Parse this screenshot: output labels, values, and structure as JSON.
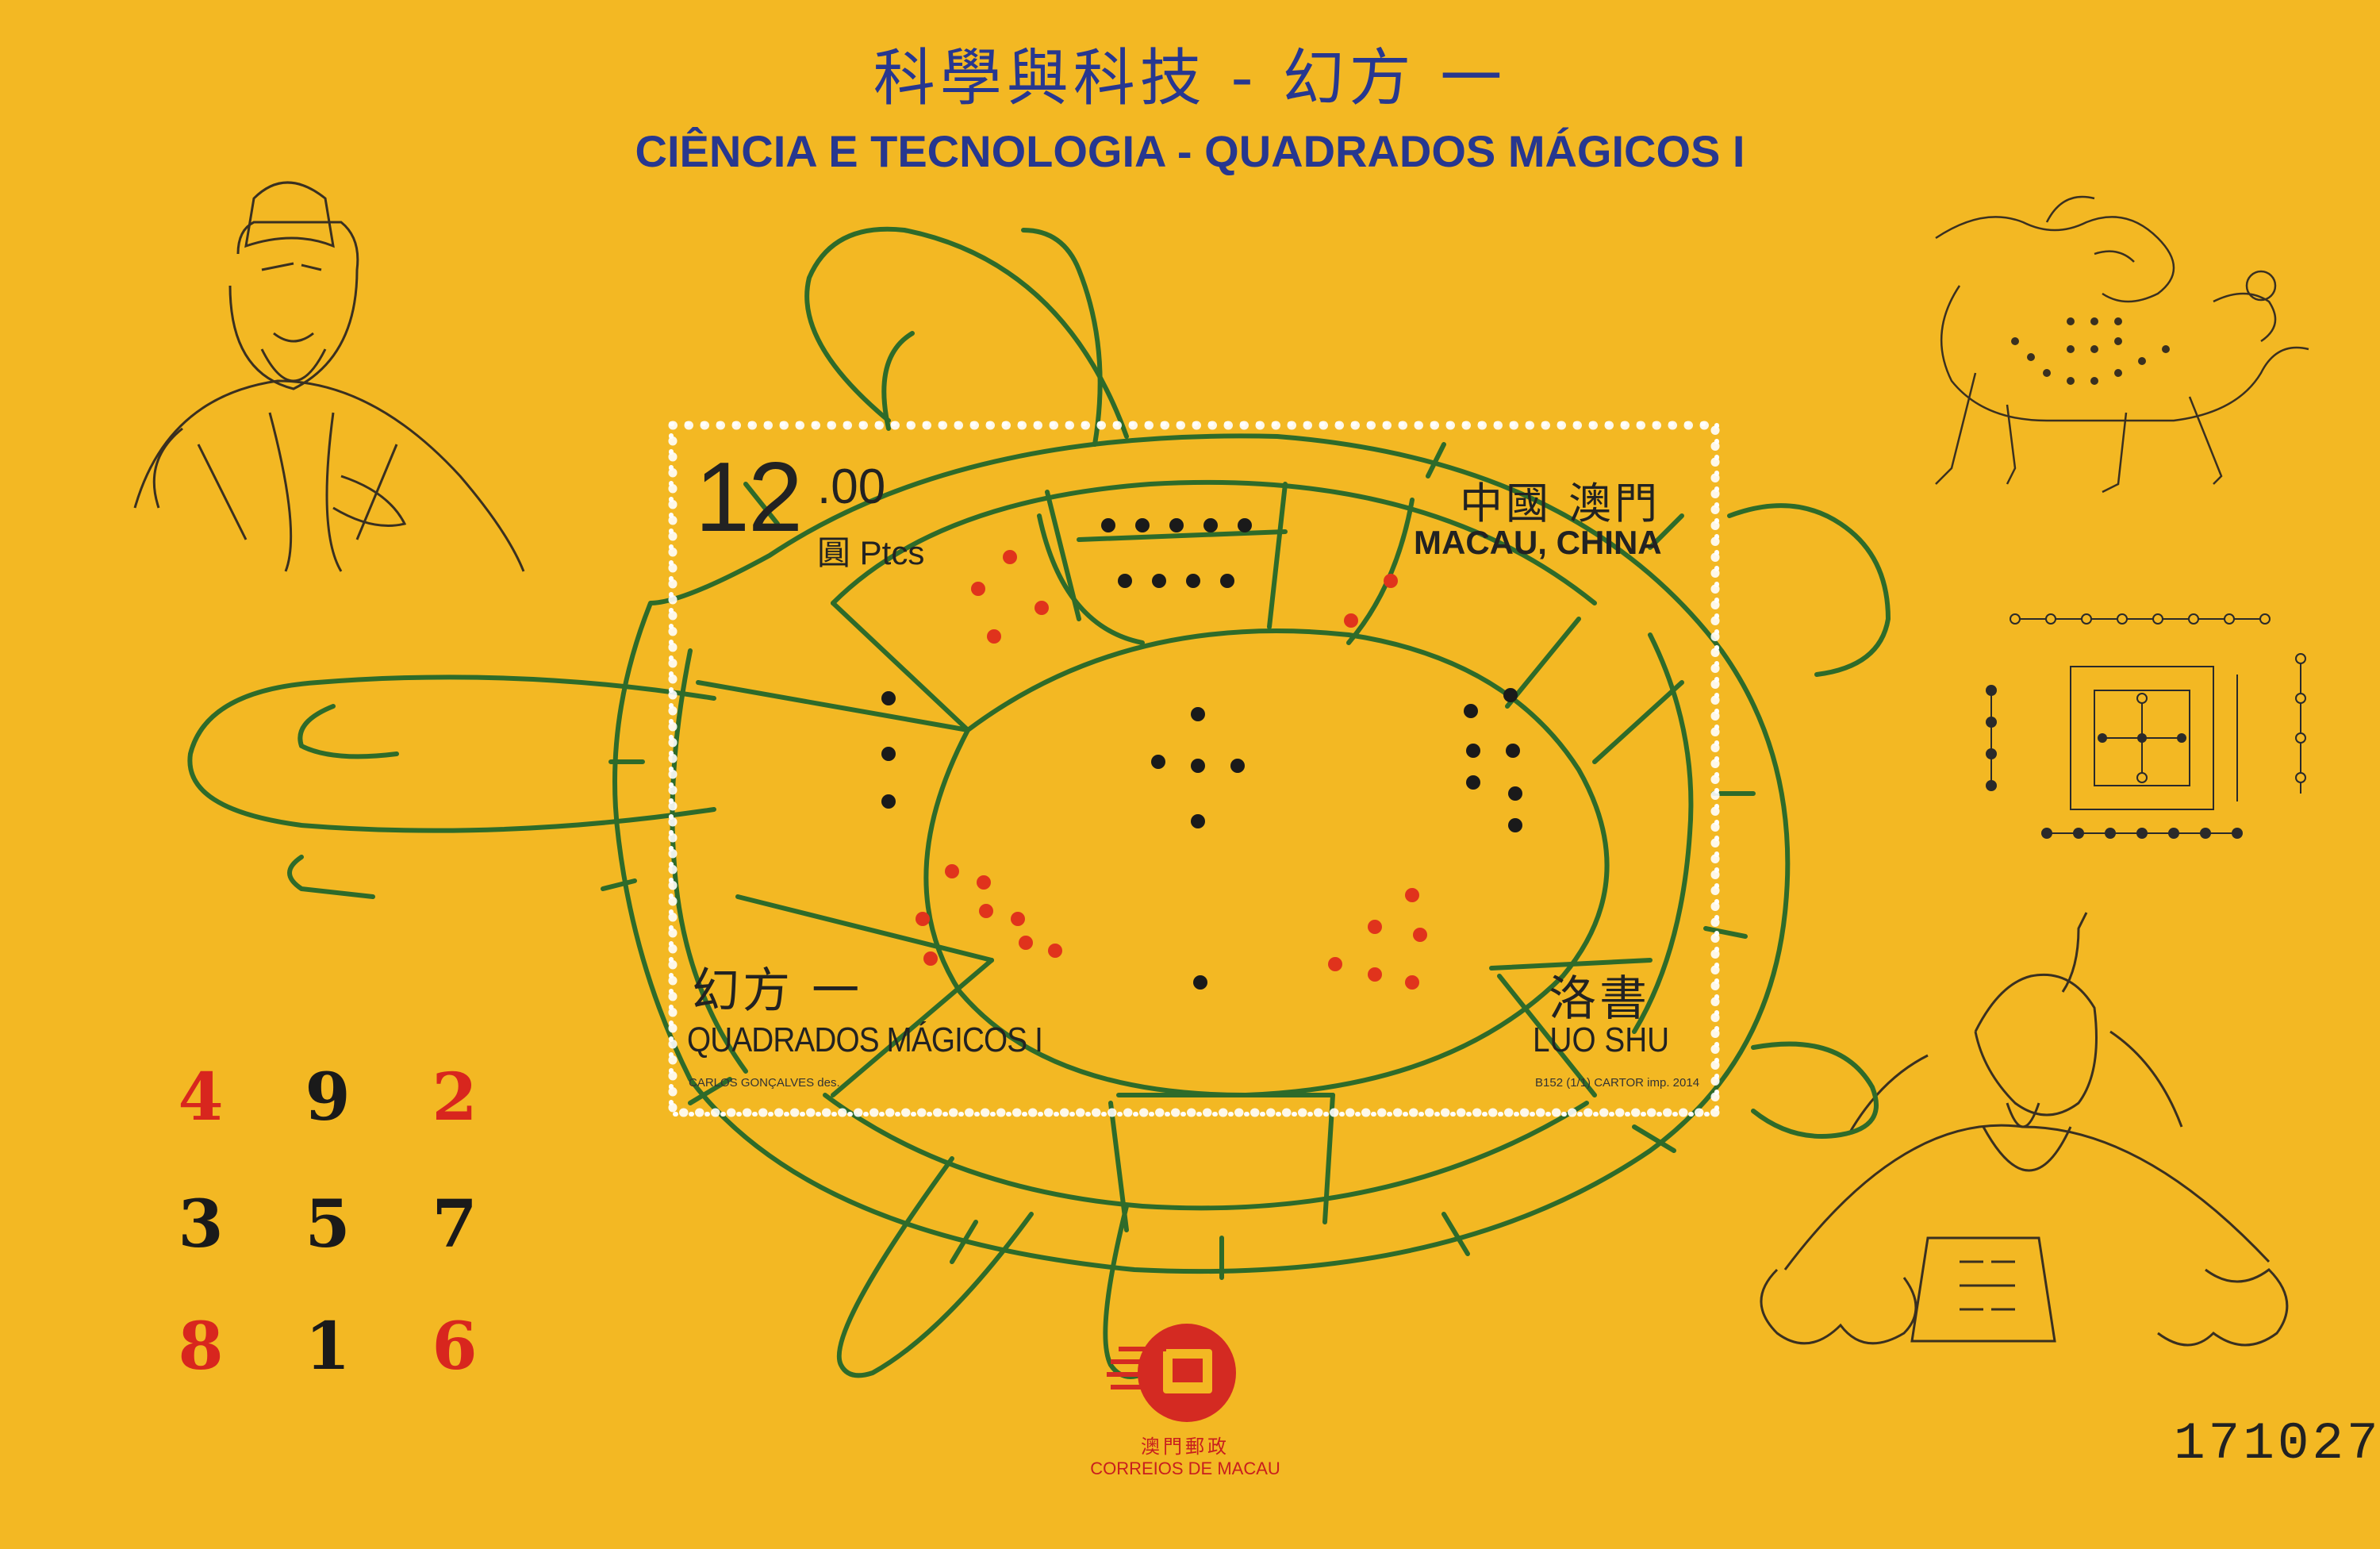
{
  "sheet": {
    "title_cn": "科學與科技 - 幻方 一",
    "title_pt": "CIÊNCIA E TECNOLOGIA - QUADRADOS MÁGICOS I"
  },
  "stamp": {
    "value_int": "12",
    "value_dec": ".00",
    "value_unit": "圓 Ptcs",
    "country_cn": "中國 澳門",
    "country_pt": "MACAU, CHINA",
    "subject_cn": "幻方 一",
    "subject_pt": "QUADRADOS MÁGICOS I",
    "name_cn": "洛書",
    "name_pt": "LUO SHU",
    "designer": "CARLOS GONÇALVES des.",
    "printer": "B152 (1/1) CARTOR imp. 2014"
  },
  "magic_square": [
    {
      "value": "4",
      "color": "#d8261e"
    },
    {
      "value": "9",
      "color": "#1a1a1a"
    },
    {
      "value": "2",
      "color": "#d8261e"
    },
    {
      "value": "3",
      "color": "#1a1a1a"
    },
    {
      "value": "5",
      "color": "#1a1a1a"
    },
    {
      "value": "7",
      "color": "#1a1a1a"
    },
    {
      "value": "8",
      "color": "#d8261e"
    },
    {
      "value": "1",
      "color": "#1a1a1a"
    },
    {
      "value": "6",
      "color": "#d8261e"
    }
  ],
  "logo": {
    "name_cn": "澳門郵政",
    "name_pt": "CORREIOS DE MACAU"
  },
  "serial_number": "171027",
  "colors": {
    "background": "#f3b823",
    "title": "#27378f",
    "turtle_outline": "#2e6b2a",
    "odd_dot": "#1a1a1a",
    "even_dot": "#e0331c",
    "logo": "#c81e1e"
  },
  "illustrations": [
    "emperor-yu-portrait-icon",
    "dragon-horse-icon",
    "hetu-diagram-icon",
    "fuxi-sage-icon"
  ]
}
